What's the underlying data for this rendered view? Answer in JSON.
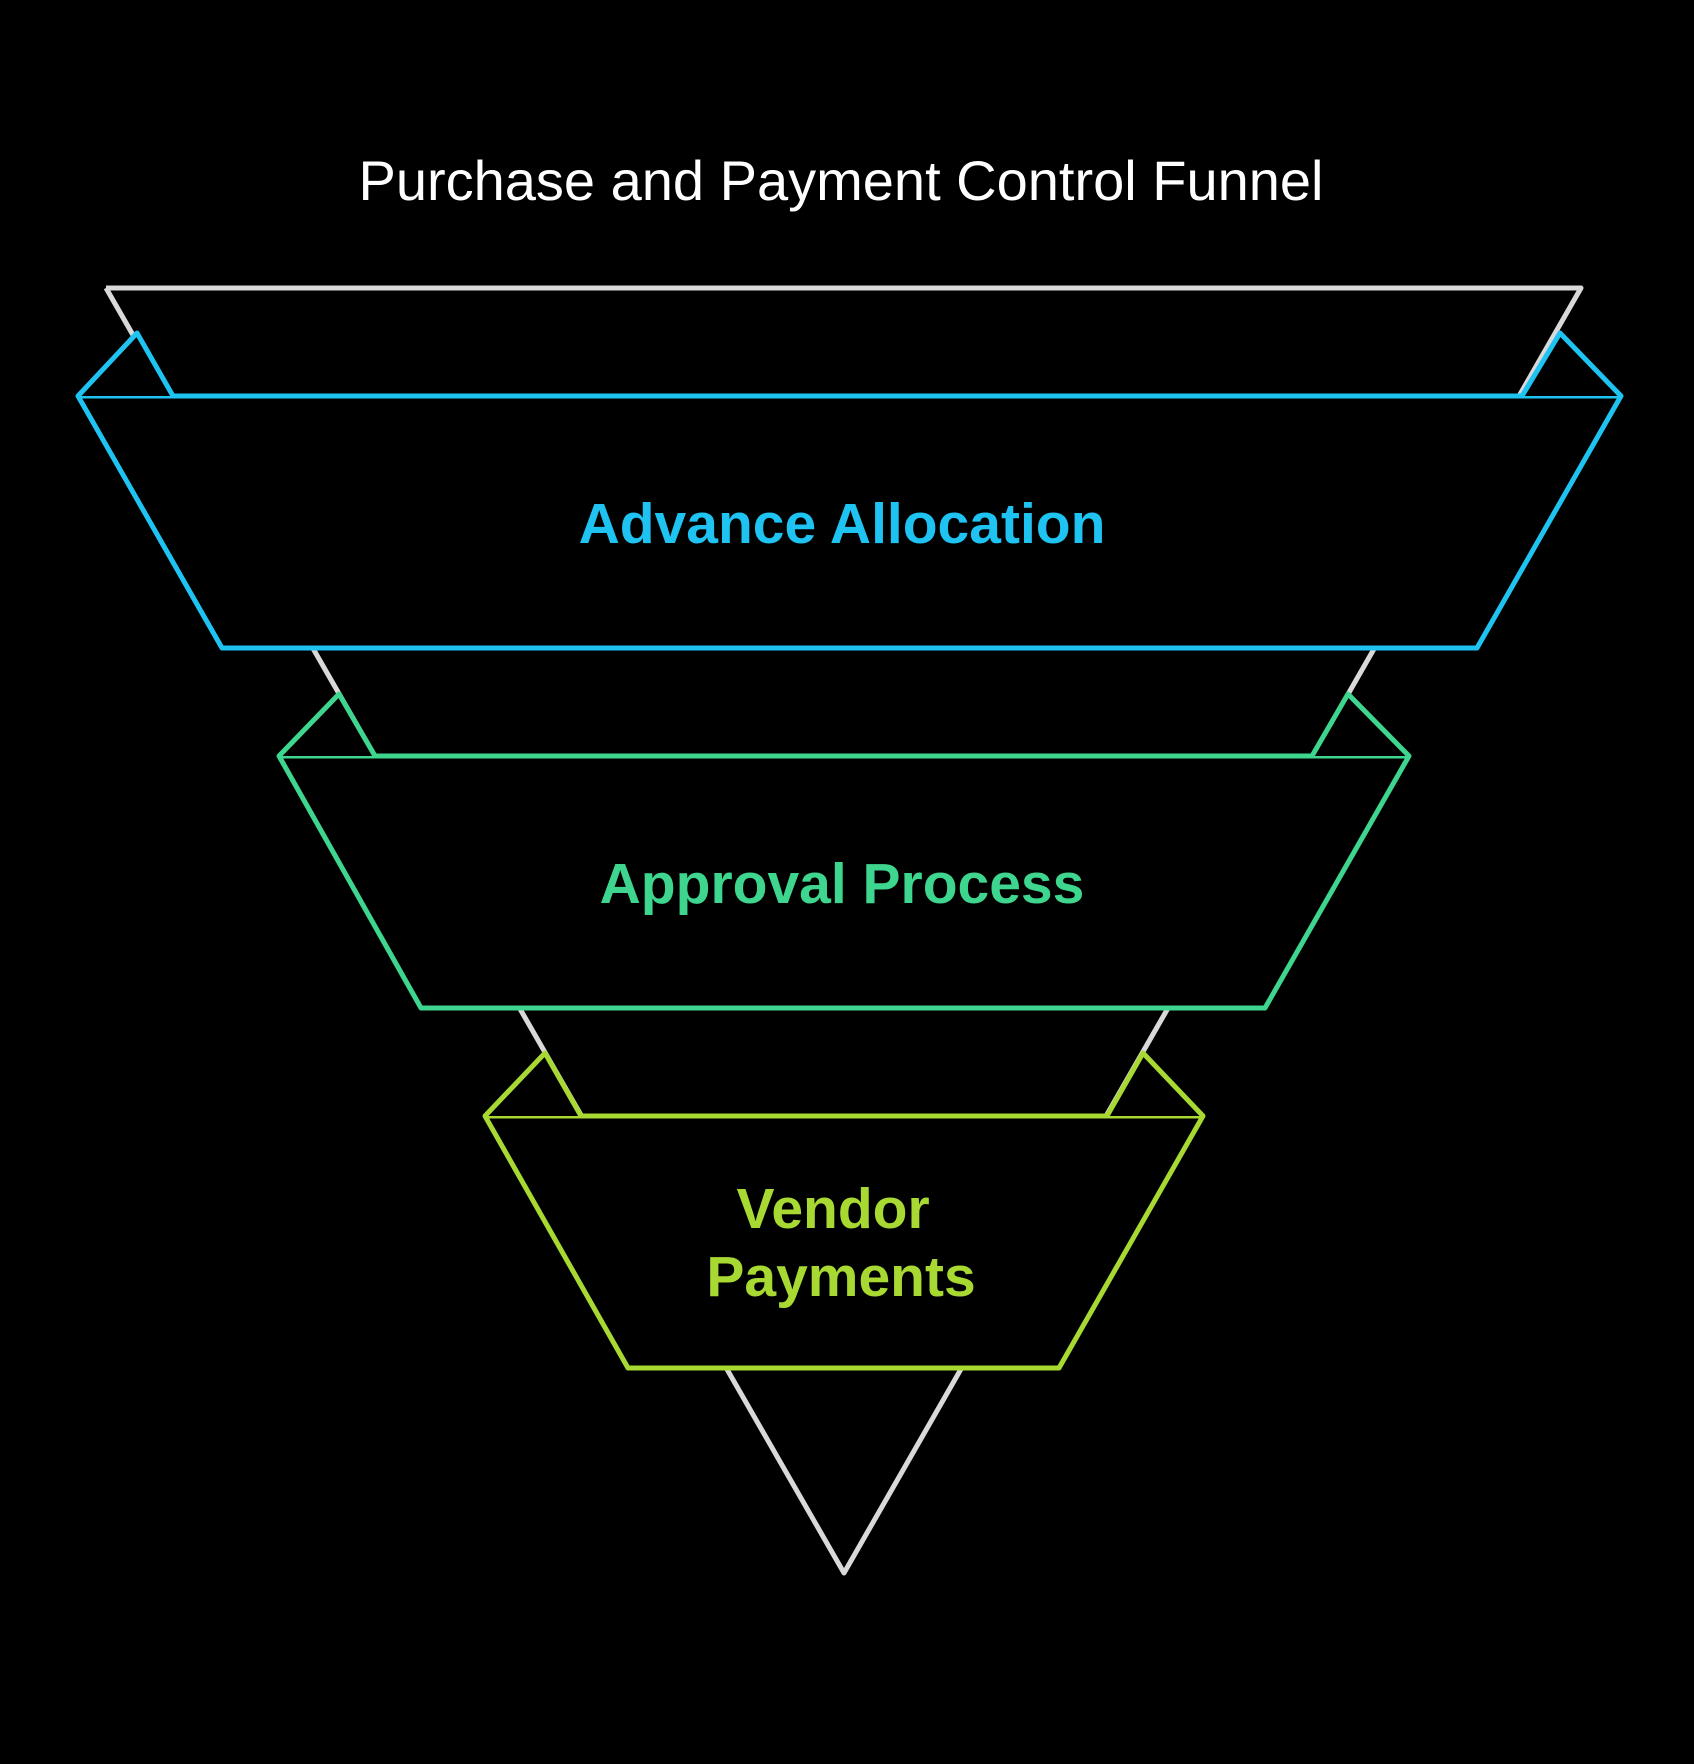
{
  "title": "Purchase and Payment Control Funnel",
  "colors": {
    "background": "#000000",
    "funnel_outline": "#d9d9d9",
    "title_text": "#ffffff"
  },
  "stages": [
    {
      "label_lines": [
        "Advance Allocation"
      ],
      "color": "#1ec3f2"
    },
    {
      "label_lines": [
        "Approval Process"
      ],
      "color": "#3ed68f"
    },
    {
      "label_lines": [
        "Vendor",
        "Payments"
      ],
      "color": "#a8d932"
    }
  ]
}
